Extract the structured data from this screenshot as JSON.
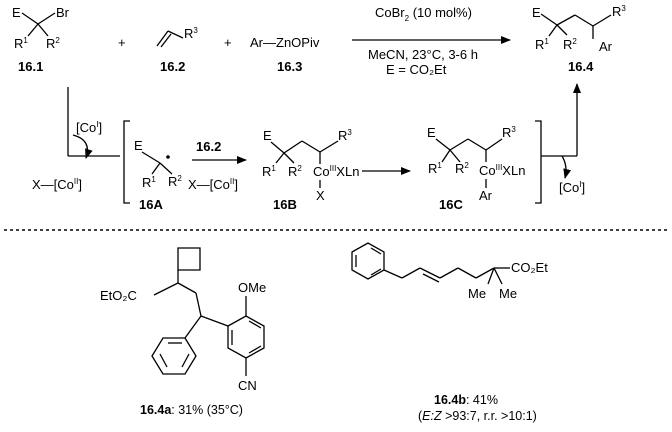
{
  "reactants": {
    "r1": {
      "id": "16.1",
      "E": "E",
      "Br": "Br",
      "R1": "R",
      "R1sup": "1",
      "R2": "R",
      "R2sup": "2"
    },
    "r2": {
      "id": "16.2",
      "R3": "R",
      "R3sup": "3"
    },
    "r3": {
      "id": "16.3",
      "formula": "Ar—ZnOPiv"
    },
    "plus": "+"
  },
  "conditions": {
    "catalyst_main": "CoBr",
    "catalyst_sub": "2",
    "catalyst_load": " (10 mol%)",
    "solvent_temp": "MeCN, 23°C, 3-6 h",
    "definition": "E = CO₂Et"
  },
  "product": {
    "id": "16.4",
    "E": "E",
    "R1": "R",
    "R1sup": "1",
    "R2": "R",
    "R2sup": "2",
    "R3": "R",
    "R3sup": "3",
    "Ar": "Ar"
  },
  "mechanism": {
    "co1_label": "[Co",
    "co1_sup": "I",
    "co1_close": "]",
    "co2_label": "X—[Co",
    "co2_sup": "II",
    "co2_close": "]",
    "step_reagent": "16.2",
    "int_a": {
      "id": "16A",
      "E": "E",
      "R1": "R",
      "R1sup": "1",
      "R2": "R",
      "R2sup": "2"
    },
    "int_b": {
      "id": "16B",
      "E": "E",
      "R1": "R",
      "R1sup": "1",
      "R2": "R",
      "R2sup": "2",
      "R3": "R",
      "R3sup": "3",
      "Co": "Co",
      "Cosup": "III",
      "XLn": "XLn",
      "X": "X"
    },
    "int_c": {
      "id": "16C",
      "E": "E",
      "R1": "R",
      "R1sup": "1",
      "R2": "R",
      "R2sup": "2",
      "R3": "R",
      "R3sup": "3",
      "Co": "Co",
      "Cosup": "III",
      "XLn": "XLn",
      "Ar": "Ar"
    },
    "regen": "[Co",
    "regen_sup": "I",
    "regen_close": "]"
  },
  "examples": [
    {
      "id": "16.4a",
      "yield": ": 31% (35°C)",
      "ester": "EtO₂C",
      "ome": "OMe",
      "cn": "CN"
    },
    {
      "id": "16.4b",
      "yield": ": 41%",
      "selectivity_open": "(",
      "selectivity_ez": "E:Z",
      "selectivity_rest": " >93:7, r.r. >10:1)",
      "ester": "CO₂Et",
      "me1": "Me",
      "me2": "Me"
    }
  ]
}
